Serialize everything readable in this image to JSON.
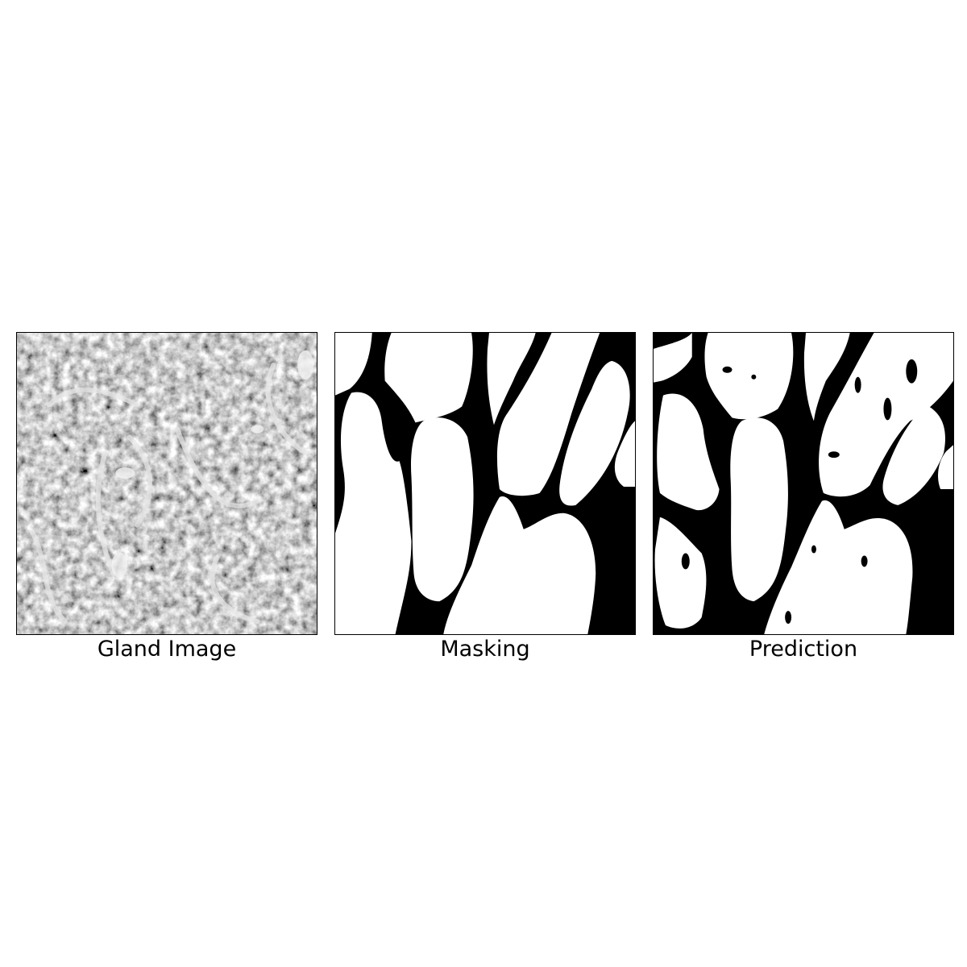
{
  "panels": [
    {
      "caption": "Gland Image"
    },
    {
      "caption": "Masking"
    },
    {
      "caption": "Prediction"
    }
  ]
}
